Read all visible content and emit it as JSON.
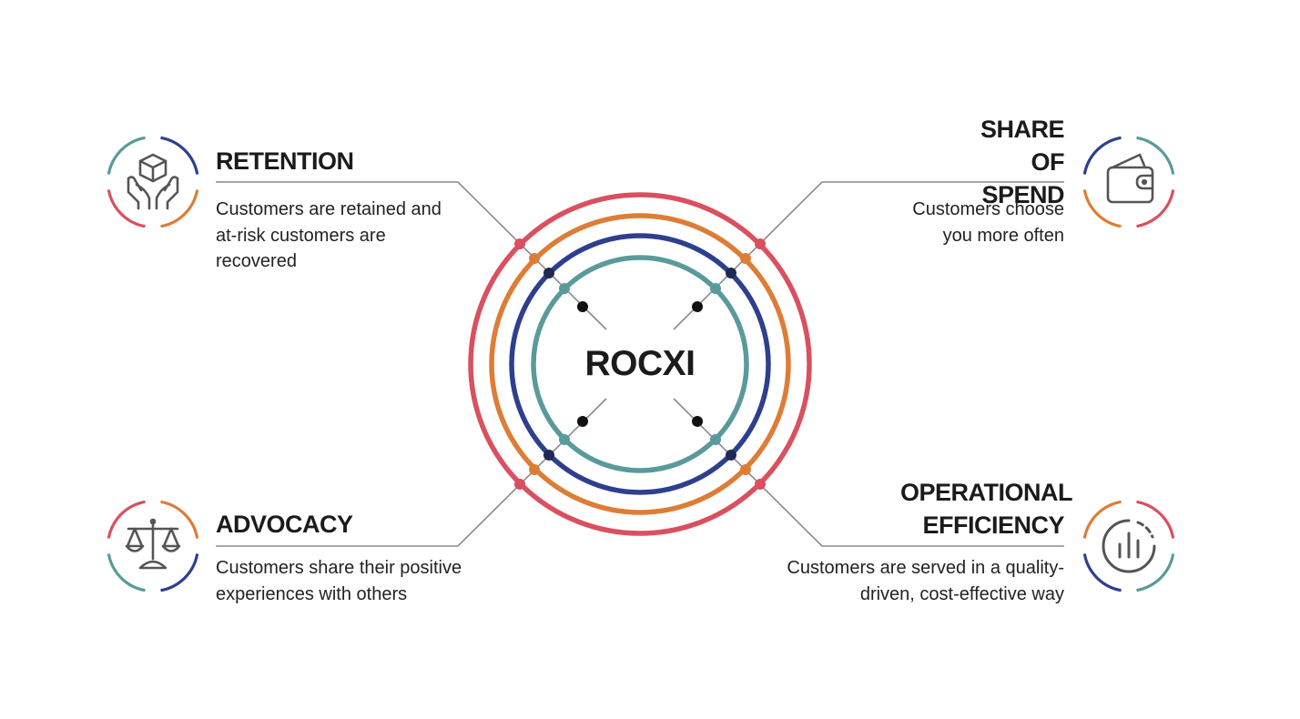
{
  "center": {
    "label": "ROCXI"
  },
  "pillars": {
    "retention": {
      "title": "RETENTION",
      "description": "Customers are retained and at-risk customers are recovered",
      "icon": "hands-box-icon"
    },
    "share_of_spend": {
      "title": "SHARE OF SPEND",
      "description": "Customers choose you more often",
      "icon": "wallet-icon"
    },
    "advocacy": {
      "title": "ADVOCACY",
      "description": "Customers share their positive experiences with others",
      "icon": "scales-icon"
    },
    "operational_efficiency": {
      "title": "OPERATIONAL EFFICIENCY",
      "description": "Customers are served in a quality-driven, cost-effective way",
      "icon": "chart-gauge-icon"
    }
  },
  "colors": {
    "red": "#d9505e",
    "orange": "#dd7d36",
    "navy": "#2d3f8e",
    "teal": "#5a9a9a",
    "connector": "#8a8a8a",
    "dot": "#111111",
    "icon_stroke": "#555555"
  }
}
